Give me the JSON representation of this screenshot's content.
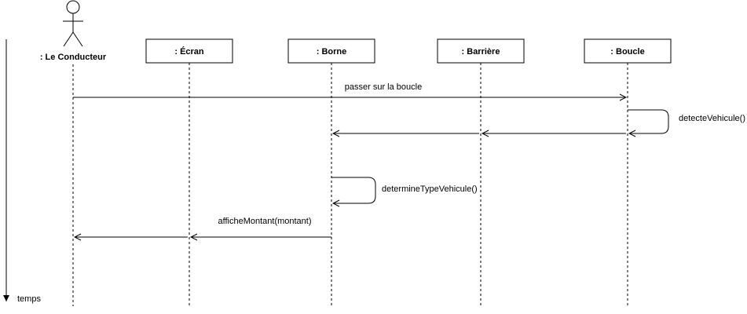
{
  "time_axis": {
    "label": "temps"
  },
  "actor": {
    "name": ": Le Conducteur"
  },
  "lifelines": [
    {
      "id": "ecran",
      "name": ": Écran"
    },
    {
      "id": "borne",
      "name": ": Borne"
    },
    {
      "id": "barriere",
      "name": ": Barrière"
    },
    {
      "id": "boucle",
      "name": ": Boucle"
    }
  ],
  "messages": {
    "passer": "passer sur la boucle",
    "detecte": "detecteVehicule()",
    "determine": "determineTypeVehicule()",
    "affiche": "afficheMontant(montant)"
  },
  "colors": {
    "line": "#000000",
    "box_fill": "#ffffff"
  }
}
